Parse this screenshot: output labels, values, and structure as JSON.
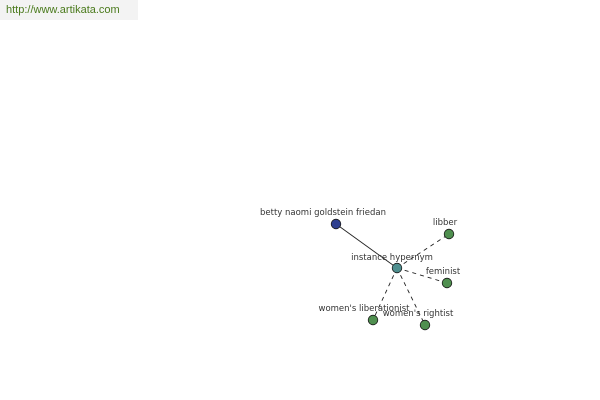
{
  "site": {
    "url_text": "http://www.artikata.com"
  },
  "graph": {
    "center": {
      "label": "instance hypernym",
      "color": "#4f8f8f"
    },
    "nodes": [
      {
        "id": "friedan",
        "label": "betty naomi goldstein friedan",
        "color": "#2e3f8f",
        "edge": "solid"
      },
      {
        "id": "libber",
        "label": "libber",
        "color": "#4f8f4f",
        "edge": "dashed"
      },
      {
        "id": "feminist",
        "label": "feminist",
        "color": "#4f8f4f",
        "edge": "dashed"
      },
      {
        "id": "womens-liberationist",
        "label": "women's liberationist",
        "color": "#4f8f4f",
        "edge": "dashed"
      },
      {
        "id": "womens-rightist",
        "label": "women's rightist",
        "color": "#4f8f4f",
        "edge": "dashed"
      }
    ]
  }
}
